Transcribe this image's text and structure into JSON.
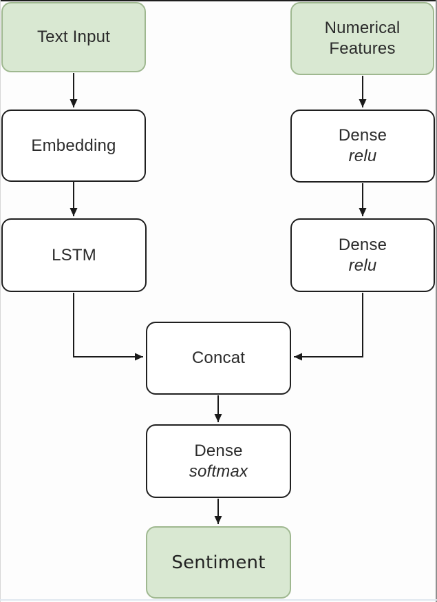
{
  "diagram": {
    "type": "model-architecture-flowchart",
    "colors": {
      "io_fill": "#d9e8d2",
      "io_border": "#9fb890",
      "layer_fill": "#ffffff",
      "layer_border": "#1f1f1f",
      "arrow": "#1a1a1a",
      "text": "#2b2b2b"
    },
    "nodes": {
      "text_input": {
        "label": "Text Input",
        "type": "io"
      },
      "numerical_features": {
        "line1": "Numerical",
        "line2": "Features",
        "type": "io"
      },
      "embedding": {
        "label": "Embedding",
        "type": "layer"
      },
      "dense_relu_1": {
        "label": "Dense",
        "activation": "relu",
        "type": "layer"
      },
      "lstm": {
        "label": "LSTM",
        "type": "layer"
      },
      "dense_relu_2": {
        "label": "Dense",
        "activation": "relu",
        "type": "layer"
      },
      "concat": {
        "label": "Concat",
        "type": "layer"
      },
      "dense_softmax": {
        "label": "Dense",
        "activation": "softmax",
        "type": "layer"
      },
      "sentiment": {
        "label": "Sentiment",
        "type": "io"
      }
    },
    "edges": [
      {
        "from": "text_input",
        "to": "embedding"
      },
      {
        "from": "numerical_features",
        "to": "dense_relu_1"
      },
      {
        "from": "embedding",
        "to": "lstm"
      },
      {
        "from": "dense_relu_1",
        "to": "dense_relu_2"
      },
      {
        "from": "lstm",
        "to": "concat"
      },
      {
        "from": "dense_relu_2",
        "to": "concat"
      },
      {
        "from": "concat",
        "to": "dense_softmax"
      },
      {
        "from": "dense_softmax",
        "to": "sentiment"
      }
    ]
  }
}
